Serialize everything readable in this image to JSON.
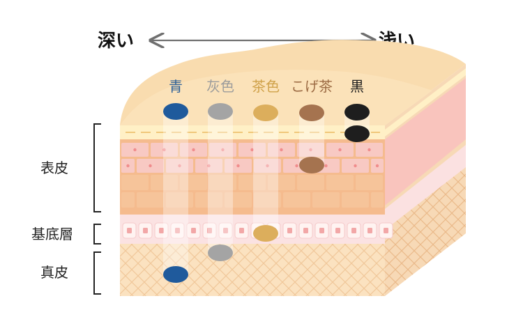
{
  "depth_axis": {
    "left_label": "深い",
    "right_label": "浅い",
    "arrow_color": "#6f6f6f"
  },
  "pigments": [
    {
      "label": "青",
      "color": "#1f5a9c",
      "label_color": "#2a5f98",
      "layer": "dermis"
    },
    {
      "label": "灰色",
      "color": "#a4a4a4",
      "label_color": "#9c9c9c",
      "layer": "dermis-upper"
    },
    {
      "label": "茶色",
      "color": "#dcae5c",
      "label_color": "#d0a24a",
      "layer": "basal"
    },
    {
      "label": "こげ茶",
      "color": "#a5734f",
      "label_color": "#9c6b44",
      "layer": "epidermis"
    },
    {
      "label": "黒",
      "color": "#1e1e1e",
      "label_color": "#1e1e1e",
      "layer": "epidermis-top"
    }
  ],
  "layers": [
    {
      "label": "表皮"
    },
    {
      "label": "基底層"
    },
    {
      "label": "真皮"
    }
  ],
  "colors": {
    "skin_top": "#f8d4a6",
    "epidermis": "#f4b48c",
    "basal": "#f8dede",
    "dermis": "#fbe2c0"
  }
}
